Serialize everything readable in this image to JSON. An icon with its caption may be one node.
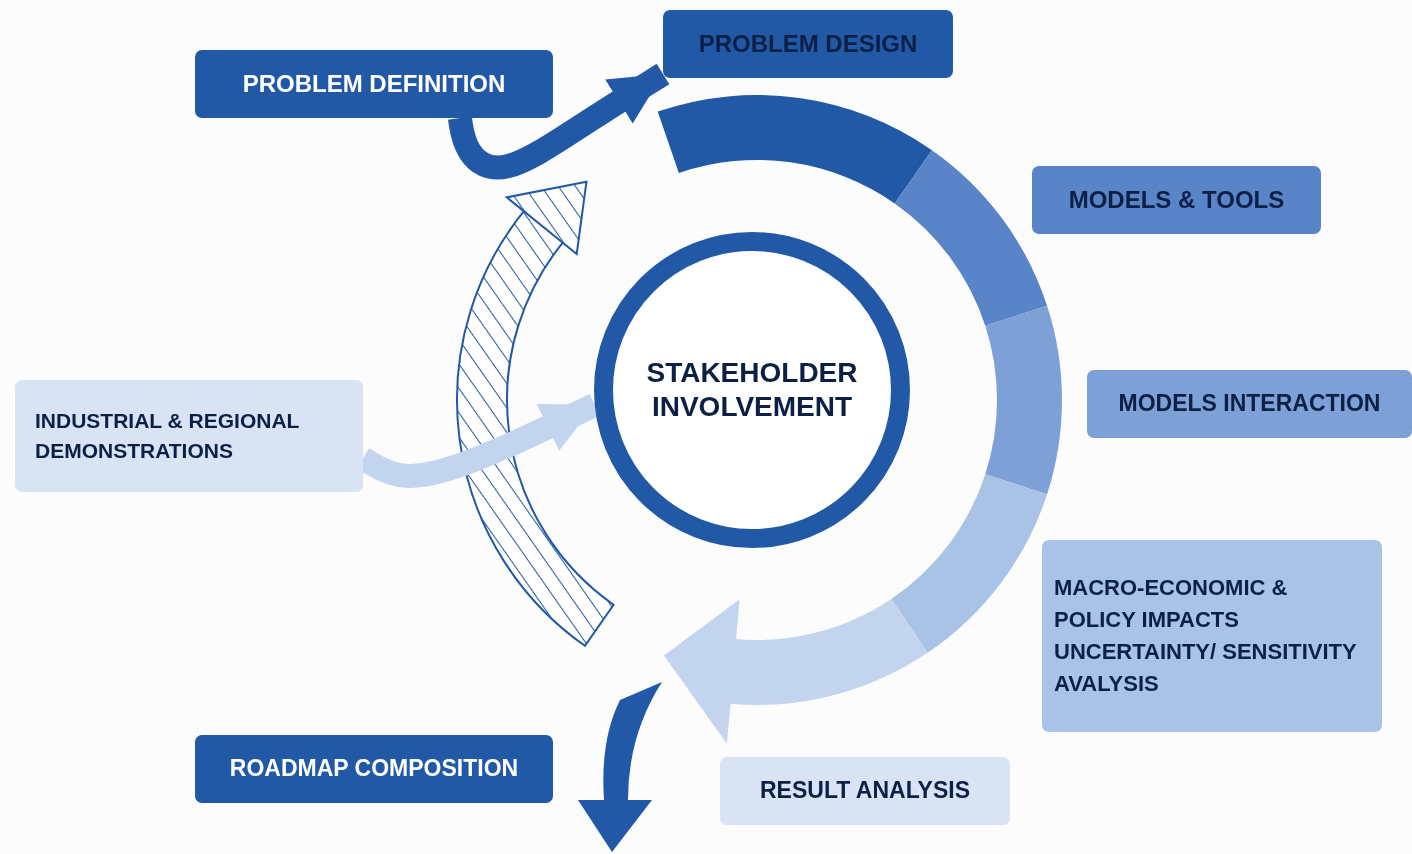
{
  "diagram": {
    "nodes": [
      {
        "text": [
          "PROBLEM DEFINITION"
        ]
      },
      {
        "text": [
          "PROBLEM DESIGN"
        ]
      },
      {
        "text": [
          "MODELS & TOOLS"
        ]
      },
      {
        "text": [
          "MODELS INTERACTION"
        ]
      },
      {
        "text": [
          "MACRO-ECONOMIC & POLICY IMPACTS UNCERTAINTY/ SENSITIVITY AVALYSIS"
        ]
      },
      {
        "text": [
          "RESULT ANALYSIS"
        ]
      },
      {
        "text": [
          "ROADMAP COMPOSITION"
        ]
      },
      {
        "text": [
          "INDUSTRIAL & REGIONAL DEMONSTRATIONS"
        ]
      },
      {
        "text": [
          "STAKEHOLDER INVOLVEMENT"
        ]
      }
    ],
    "edges": [
      {
        "from": 0,
        "to": 1,
        "arrow": "to"
      },
      {
        "from": 7,
        "to": 8,
        "arrow": "to",
        "color": "#c3d5ee"
      }
    ]
  }
}
